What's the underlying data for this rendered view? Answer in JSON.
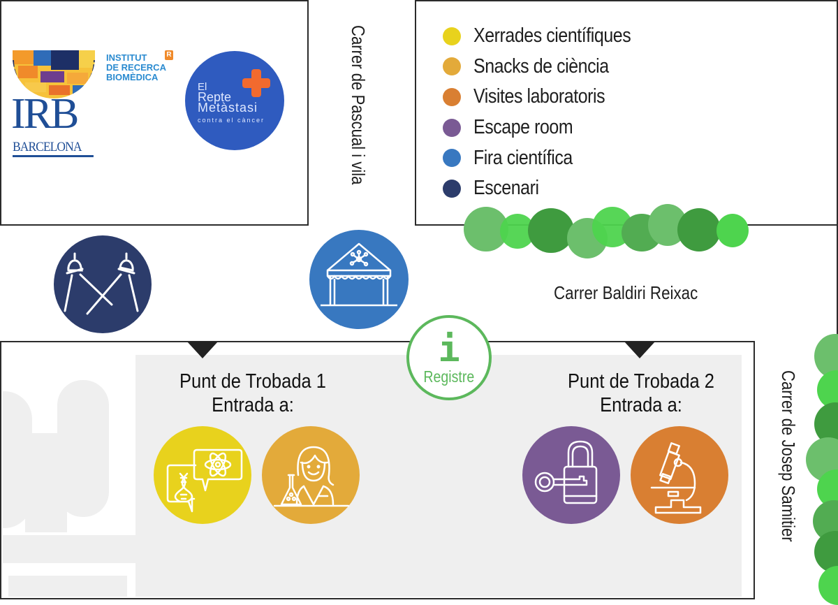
{
  "logos": {
    "irb": {
      "name": "IRB",
      "subtitle": "BARCELONA",
      "institute_lines": [
        "INSTITUT",
        "DE RECERCA",
        "BIOMÈDICA"
      ],
      "badge": "R"
    },
    "repte": {
      "lines": [
        "El",
        "Repte",
        "Metàstasi",
        "contra el càncer"
      ]
    }
  },
  "streets": {
    "pascual": "Carrer de Pascual i vila",
    "baldiri": "Carrer Baldiri Reixac",
    "samitier": "Carrer de Josep Samitier"
  },
  "legend": [
    {
      "label": "Xerrades científiques",
      "color": "#e8d21d"
    },
    {
      "label": "Snacks de ciència",
      "color": "#e3aa3a"
    },
    {
      "label": "Visites laboratoris",
      "color": "#d97f32"
    },
    {
      "label": "Escape room",
      "color": "#7a5a94"
    },
    {
      "label": "Fira científica",
      "color": "#3878c0"
    },
    {
      "label": "Escenari",
      "color": "#2c3c6b"
    }
  ],
  "registre": {
    "icon": "i",
    "label": "Registre",
    "color": "#5cb85c"
  },
  "meeting_points": [
    {
      "title": "Punt de Trobada 1",
      "subtitle": "Entrada a:",
      "activities": [
        "Xerrades científiques",
        "Snacks de ciència"
      ]
    },
    {
      "title": "Punt de Trobada 2",
      "subtitle": "Entrada a:",
      "activities": [
        "Escape room",
        "Visites laboratoris"
      ]
    }
  ],
  "colors": {
    "yellow": "#e8d21d",
    "amber": "#e3aa3a",
    "orange": "#d97f32",
    "purple": "#7a5a94",
    "blue": "#3878c0",
    "navy": "#2c3c6b",
    "irb_blue": "#1f4e96",
    "repte_blue": "#2f5bbf",
    "repte_cross": "#f26a2e"
  }
}
